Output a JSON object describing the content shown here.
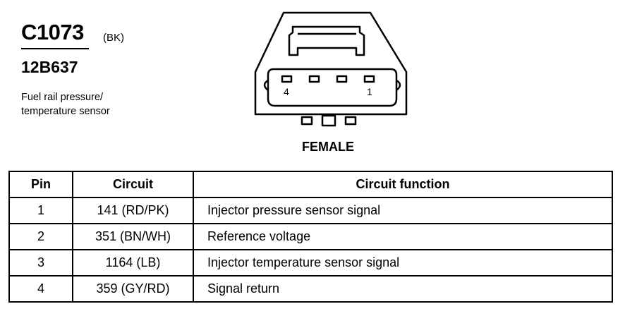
{
  "connector": {
    "id": "C1073",
    "color_code": "(BK)",
    "part_number": "12B637",
    "description_lines": [
      "Fuel rail pressure/",
      "temperature sensor"
    ],
    "view": "FEMALE",
    "pin_labels": {
      "left": "4",
      "right": "1"
    }
  },
  "table": {
    "headers": {
      "pin": "Pin",
      "circuit": "Circuit",
      "function": "Circuit function"
    },
    "rows": [
      {
        "pin": "1",
        "circuit": "141 (RD/PK)",
        "function": "Injector pressure sensor signal"
      },
      {
        "pin": "2",
        "circuit": "351 (BN/WH)",
        "function": "Reference voltage"
      },
      {
        "pin": "3",
        "circuit": "1164 (LB)",
        "function": "Injector temperature sensor signal"
      },
      {
        "pin": "4",
        "circuit": "359 (GY/RD)",
        "function": "Signal return"
      }
    ]
  }
}
